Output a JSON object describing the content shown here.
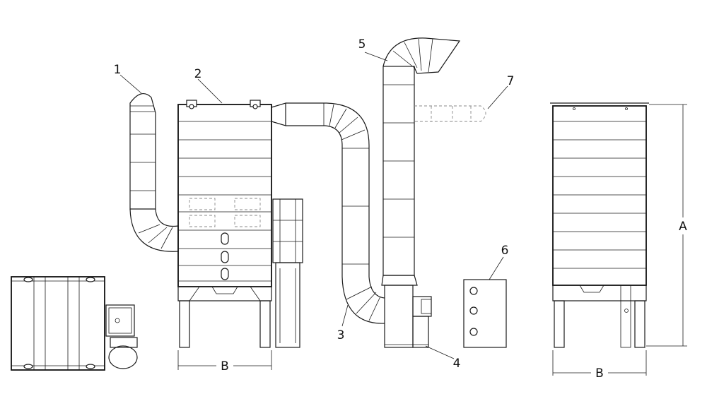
{
  "callouts": {
    "c1": "1",
    "c2": "2",
    "c3": "3",
    "c4": "4",
    "c5": "5",
    "c6": "6",
    "c7": "7"
  },
  "dimensions": {
    "front_width": "B",
    "side_width": "B",
    "side_height": "A"
  }
}
